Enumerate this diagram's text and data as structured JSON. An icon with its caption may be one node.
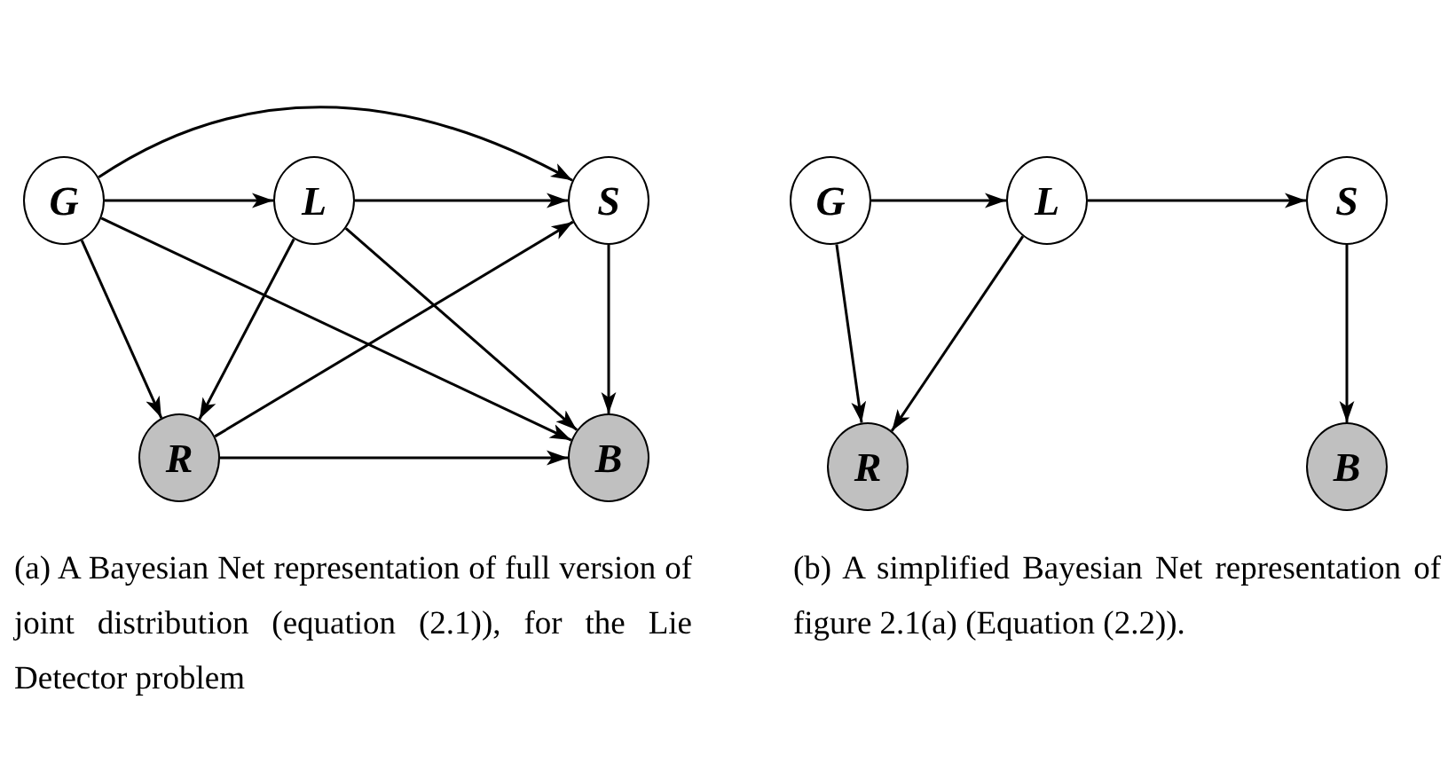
{
  "diagram": {
    "nodes": [
      {
        "text": [
          "G"
        ]
      },
      {
        "text": [
          "L"
        ]
      },
      {
        "text": [
          "S"
        ]
      },
      {
        "text": [
          "R"
        ]
      },
      {
        "text": [
          "B"
        ]
      },
      {
        "text": [
          "G"
        ]
      },
      {
        "text": [
          "L"
        ]
      },
      {
        "text": [
          "S"
        ]
      },
      {
        "text": [
          "R"
        ]
      },
      {
        "text": [
          "B"
        ]
      }
    ],
    "edges": [
      {
        "from": 0,
        "to": 1,
        "arrow": "to"
      },
      {
        "from": 0,
        "to": 2,
        "arrow": "to"
      },
      {
        "from": 1,
        "to": 2,
        "arrow": "to"
      },
      {
        "from": 0,
        "to": 3,
        "arrow": "to"
      },
      {
        "from": 0,
        "to": 4,
        "arrow": "to"
      },
      {
        "from": 1,
        "to": 3,
        "arrow": "to"
      },
      {
        "from": 1,
        "to": 4,
        "arrow": "to"
      },
      {
        "from": 3,
        "to": 2,
        "arrow": "to"
      },
      {
        "from": 3,
        "to": 4,
        "arrow": "to"
      },
      {
        "from": 2,
        "to": 4,
        "arrow": "to"
      },
      {
        "from": 5,
        "to": 6,
        "arrow": "to"
      },
      {
        "from": 6,
        "to": 7,
        "arrow": "to"
      },
      {
        "from": 5,
        "to": 8,
        "arrow": "to"
      },
      {
        "from": 6,
        "to": 8,
        "arrow": "to"
      },
      {
        "from": 7,
        "to": 9,
        "arrow": "to"
      }
    ],
    "labels": [
      "(a) A Bayesian Net representation of full version of joint distribution (equation (2.1)), for the Lie Detector problem",
      "(b) A simplified Bayesian Net representation of figure 2.1(a) (Equation (2.2))."
    ]
  }
}
